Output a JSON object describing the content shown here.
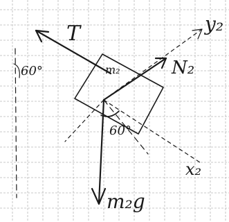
{
  "diagram": {
    "labels": {
      "tension": "T",
      "block": "m₂",
      "normal": "N₂",
      "y_axis": "y₂",
      "x_axis": "x₂",
      "weight": "m₂g",
      "angle_upper": "60°",
      "angle_lower": "60°"
    }
  }
}
